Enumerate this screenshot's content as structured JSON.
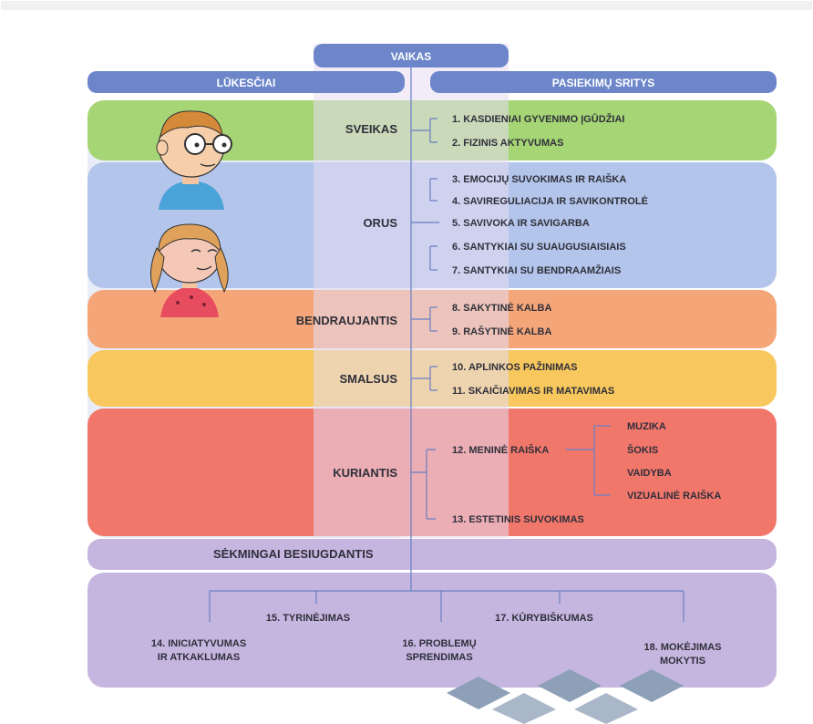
{
  "top_title": "VAIKAS",
  "headers": {
    "left": "LŪKESČIAI",
    "right": "PASIEKIMŲ SRITYS"
  },
  "colors": {
    "header_blue": "#6c86c9",
    "spine": "#ddd5ef",
    "green": "#a6d575",
    "blue": "#b3c5ea",
    "orange": "#f5a679",
    "yellow": "#f8c85e",
    "red": "#f2776b",
    "purple": "#c5b6e0",
    "line": "#6a7fc3"
  },
  "sections": [
    {
      "label": "SVEIKAS",
      "color": "green",
      "items": [
        "1. KASDIENIAI GYVENIMO ĮGŪDŽIAI",
        "2. FIZINIS AKTYVUMAS"
      ]
    },
    {
      "label": "ORUS",
      "color": "blue",
      "items": [
        "3. EMOCIJŲ SUVOKIMAS IR RAIŠKA",
        "4. SAVIREGULIACIJA IR SAVIKONTROLĖ",
        "5. SAVIVOKA IR SAVIGARBA",
        "6. SANTYKIAI SU SUAUGUSIAISIAIS",
        "7. SANTYKIAI SU BENDRAAMŽIAIS"
      ]
    },
    {
      "label": "BENDRAUJANTIS",
      "color": "orange",
      "items": [
        "8. SAKYTINĖ KALBA",
        "9. RAŠYTINĖ KALBA"
      ]
    },
    {
      "label": "SMALSUS",
      "color": "yellow",
      "items": [
        "10. APLINKOS PAŽINIMAS",
        "11. SKAIČIAVIMAS IR MATAVIMAS"
      ]
    },
    {
      "label": "KURIANTIS",
      "color": "red",
      "items": [
        "12. MENINĖ RAIŠKA",
        "13. ESTETINIS SUVOKIMAS"
      ],
      "subitems": [
        "MUZIKA",
        "ŠOKIS",
        "VAIDYBA",
        "VIZUALINĖ RAIŠKA"
      ]
    },
    {
      "label": "SĖKMINGAI BESIUGDANTIS",
      "color": "purple"
    }
  ],
  "bottom_items": {
    "upper": [
      "15. TYRINĖJIMAS",
      "17. KŪRYBIŠKUMAS"
    ],
    "lower": [
      [
        "14. INICIATYVUMAS",
        "IR ATKAKLUMAS"
      ],
      [
        "16. PROBLEMŲ",
        "SPRENDIMAS"
      ],
      [
        "18. MOKĖJIMAS",
        "MOKYTIS"
      ]
    ]
  },
  "illustrations": [
    "boy-with-glasses",
    "girl-with-pigtails"
  ]
}
